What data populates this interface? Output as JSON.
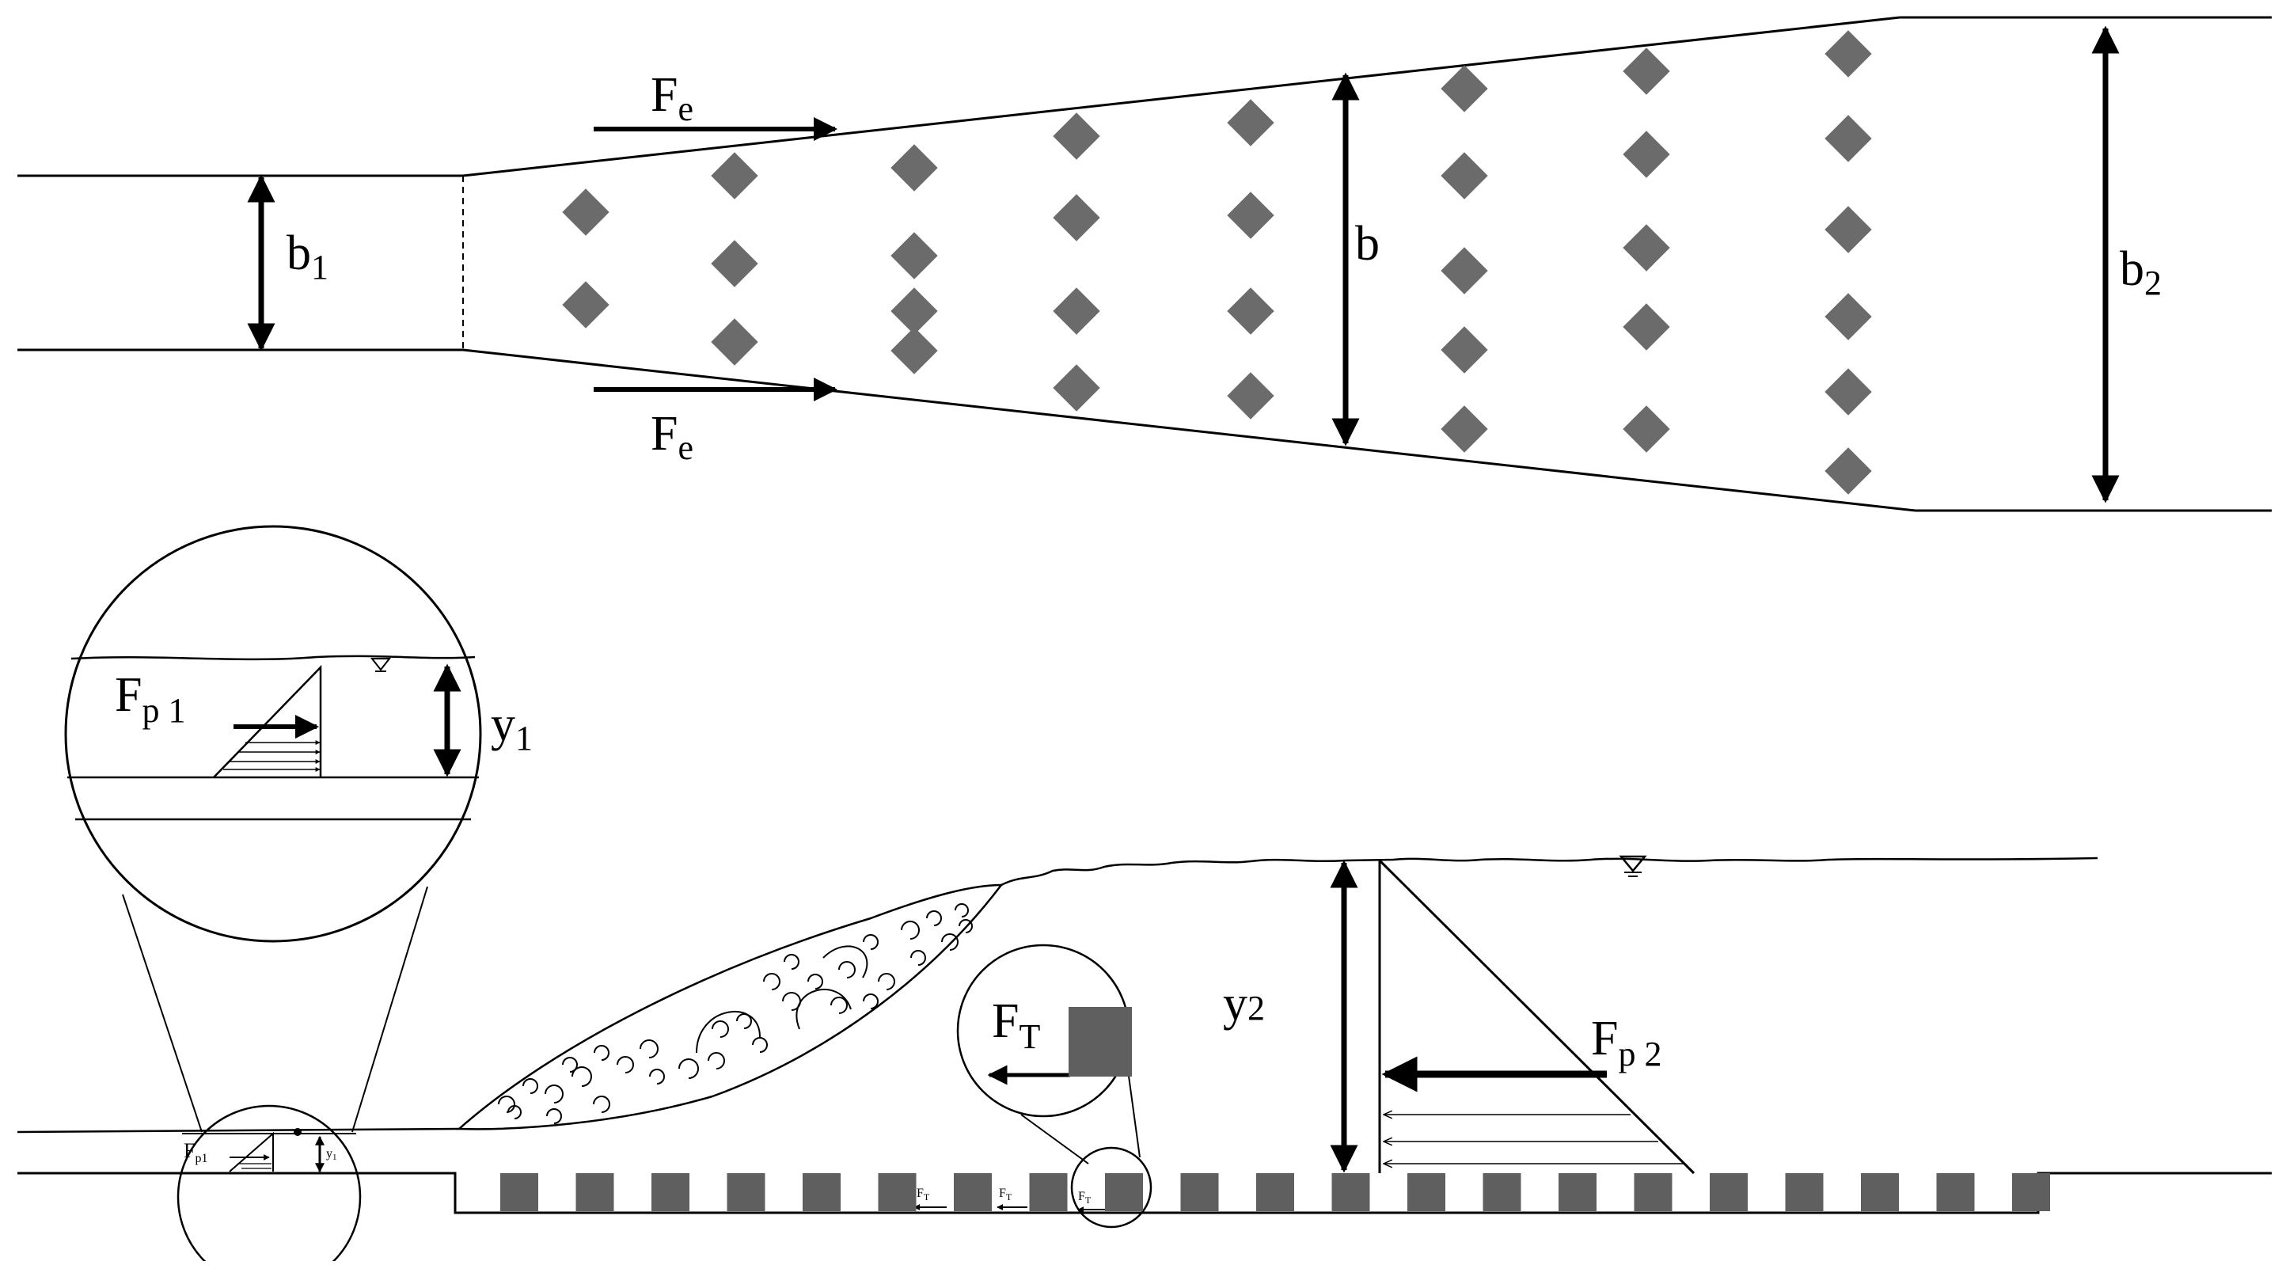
{
  "plan_view": {
    "b1_main": "b",
    "b1_sub": "1",
    "b_label": "b",
    "b2_main": "b",
    "b2_sub": "2",
    "fe_top_main": "F",
    "fe_top_sub": "e",
    "fe_bottom_main": "F",
    "fe_bottom_sub": "e",
    "block_color": "#6b6b6b"
  },
  "profile_view": {
    "fp1_main": "F",
    "fp1_sub": "p 1",
    "y1_main": "y",
    "y1_sub": "1",
    "y2_main": "y",
    "y2_sub": "2",
    "fp2_main": "F",
    "fp2_sub": "p 2",
    "ft_main": "F",
    "ft_sub": "T",
    "small_fp1": "F",
    "small_fp1_sub": "p1",
    "small_y1": "y",
    "small_y1_sub": "1",
    "small_ft": "F",
    "small_ft_sub": "T",
    "water_surface_icon": "water-level-triangle-icon",
    "block_color": "#5f5f5f"
  }
}
